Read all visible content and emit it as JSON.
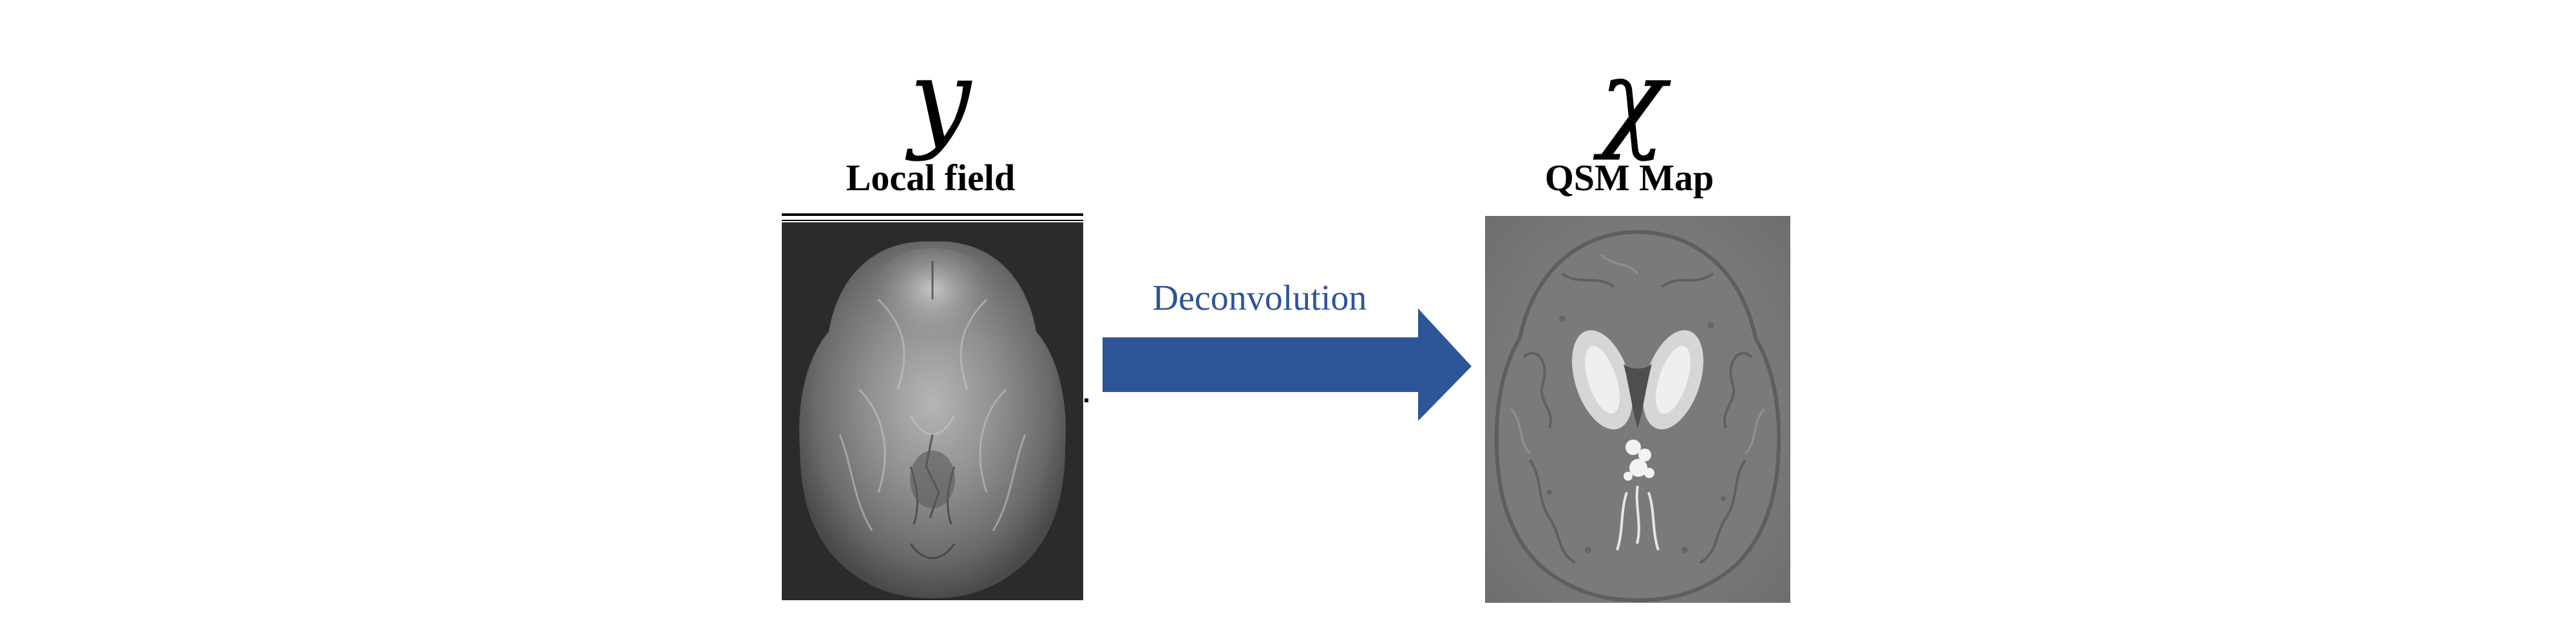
{
  "inputs": {
    "symbol": "y",
    "caption": "Local field"
  },
  "outputs": {
    "symbol": "χ",
    "caption": "QSM Map"
  },
  "process": {
    "label": "Deconvolution"
  },
  "colors": {
    "arrow": "#2E5597",
    "label": "#2E5597",
    "left_panel_bg": "#2b2b2b",
    "right_panel_bg": "#808080"
  },
  "icons": {
    "left_image": "brain-local-field-image",
    "right_image": "brain-qsm-map-image",
    "arrow": "right-arrow"
  }
}
